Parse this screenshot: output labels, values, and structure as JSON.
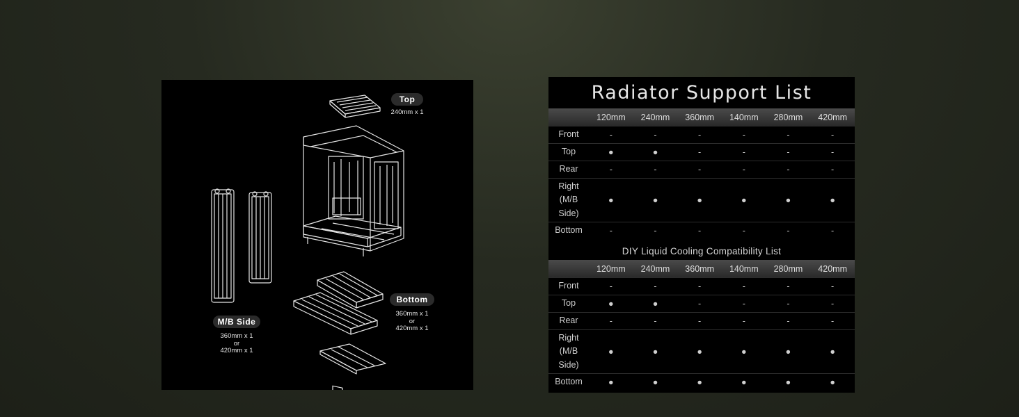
{
  "diagram": {
    "top_label": "Top",
    "top_spec": [
      "240mm x 1"
    ],
    "bottom_label": "Bottom",
    "bottom_spec": [
      "360mm x 1",
      "or",
      "420mm x 1"
    ],
    "side_label": "M/B Side",
    "side_spec": [
      "360mm x 1",
      "or",
      "420mm x 1"
    ]
  },
  "radiator": {
    "title": "Radiator Support List",
    "columns": [
      "",
      "120mm",
      "240mm",
      "360mm",
      "140mm",
      "280mm",
      "420mm"
    ],
    "rows": [
      {
        "label": [
          "Front"
        ],
        "cells": [
          "-",
          "-",
          "-",
          "-",
          "-",
          "-"
        ]
      },
      {
        "label": [
          "Top"
        ],
        "cells": [
          "●",
          "●",
          "-",
          "-",
          "-",
          "-"
        ]
      },
      {
        "label": [
          "Rear"
        ],
        "cells": [
          "-",
          "-",
          "-",
          "-",
          "-",
          "-"
        ]
      },
      {
        "label": [
          "Right",
          "(M/B",
          "Side)"
        ],
        "cells": [
          "●",
          "●",
          "●",
          "●",
          "●",
          "●"
        ]
      },
      {
        "label": [
          "Bottom"
        ],
        "cells": [
          "-",
          "-",
          "-",
          "-",
          "-",
          "-"
        ]
      }
    ]
  },
  "diy": {
    "title": "DIY Liquid Cooling Compatibility List",
    "columns": [
      "",
      "120mm",
      "240mm",
      "360mm",
      "140mm",
      "280mm",
      "420mm"
    ],
    "rows": [
      {
        "label": [
          "Front"
        ],
        "cells": [
          "-",
          "-",
          "-",
          "-",
          "-",
          "-"
        ]
      },
      {
        "label": [
          "Top"
        ],
        "cells": [
          "●",
          "●",
          "-",
          "-",
          "-",
          "-"
        ]
      },
      {
        "label": [
          "Rear"
        ],
        "cells": [
          "-",
          "-",
          "-",
          "-",
          "-",
          "-"
        ]
      },
      {
        "label": [
          "Right",
          "(M/B",
          "Side)"
        ],
        "cells": [
          "●",
          "●",
          "●",
          "●",
          "●",
          "●"
        ]
      },
      {
        "label": [
          "Bottom"
        ],
        "cells": [
          "●",
          "●",
          "●",
          "●",
          "●",
          "●"
        ]
      }
    ]
  }
}
